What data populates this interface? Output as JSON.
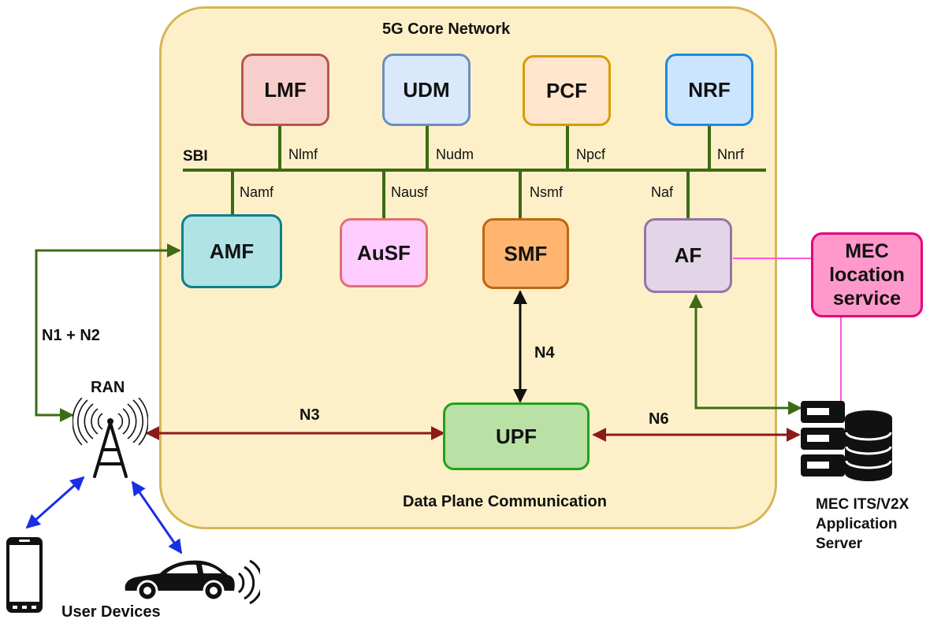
{
  "core": {
    "title": "5G Core Network",
    "footer": "Data Plane Communication",
    "bus_label": "SBI"
  },
  "functions": {
    "lmf": {
      "label": "LMF",
      "fill": "#f8cecc",
      "stroke": "#b85450"
    },
    "udm": {
      "label": "UDM",
      "fill": "#dae8fc",
      "stroke": "#6c8ebf"
    },
    "pcf": {
      "label": "PCF",
      "fill": "#ffe6cc",
      "stroke": "#d79b00"
    },
    "nrf": {
      "label": "NRF",
      "fill": "#cce5ff",
      "stroke": "#1e88e5"
    },
    "amf": {
      "label": "AMF",
      "fill": "#b0e3e6",
      "stroke": "#0e8088"
    },
    "ausf": {
      "label": "AuSF",
      "fill": "#ffccff",
      "stroke": "#e07070"
    },
    "smf": {
      "label": "SMF",
      "fill": "#ffb570",
      "stroke": "#c0650f"
    },
    "af": {
      "label": "AF",
      "fill": "#e1d5e7",
      "stroke": "#9673a6"
    },
    "upf": {
      "label": "UPF",
      "fill": "#b9e0a5",
      "stroke": "#22a11a"
    },
    "mec_location": {
      "label": "MEC location service",
      "fill": "#ff99cc",
      "stroke": "#e6007a"
    }
  },
  "interfaces": {
    "nlmf": "Nlmf",
    "nudm": "Nudm",
    "npcf": "Npcf",
    "nnrf": "Nnrf",
    "namf": "Namf",
    "nausf": "Nausf",
    "nsmf": "Nsmf",
    "naf": "Naf"
  },
  "links": {
    "n1n2": "N1 + N2",
    "n3": "N3",
    "n4": "N4",
    "n6": "N6"
  },
  "external": {
    "ran": "RAN",
    "user_devices": "User Devices",
    "app_server": "MEC ITS/V2X Application Server"
  },
  "colors": {
    "sbi_bus": "#3d6b12",
    "n3_n6": "#8b1a1a",
    "n4": "#111111",
    "device_link": "#1a2ee6",
    "mec_link": "#ff55dd"
  }
}
